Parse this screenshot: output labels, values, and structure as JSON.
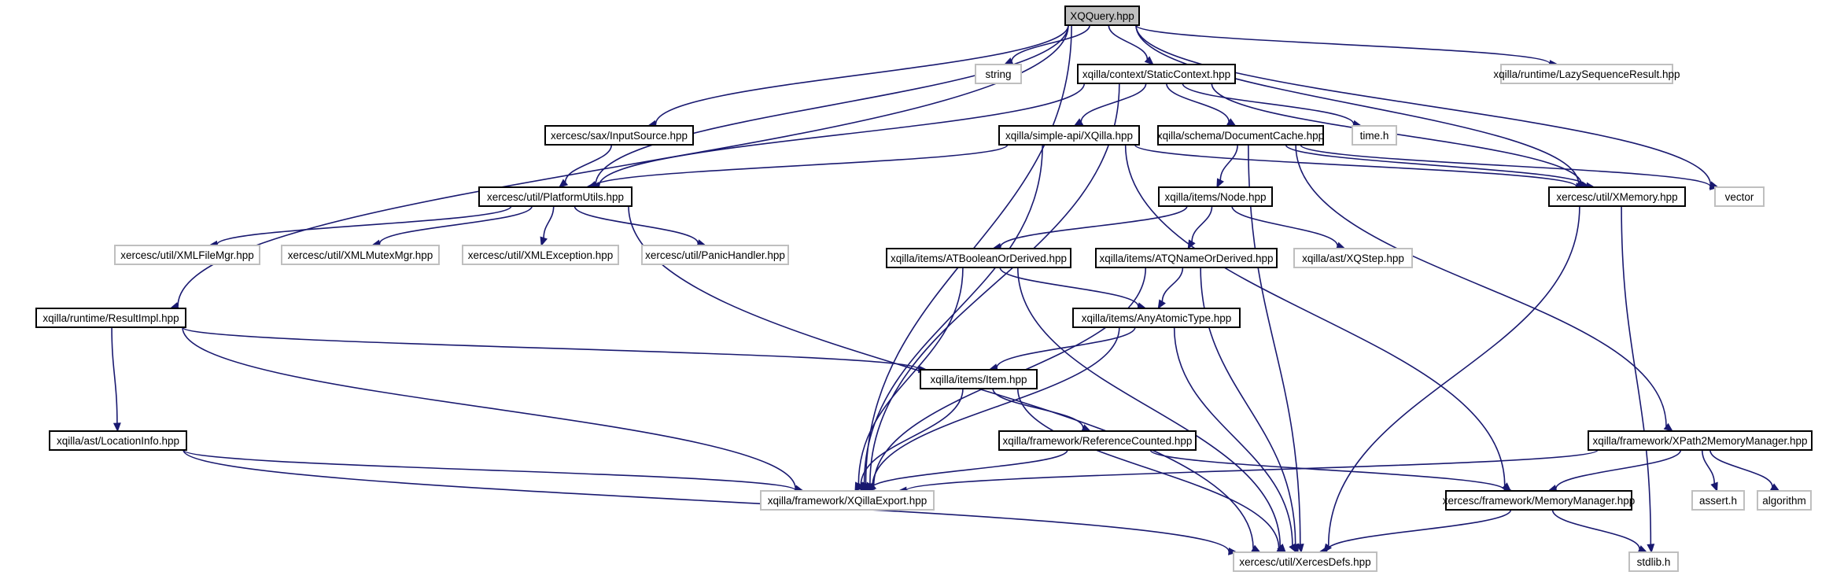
{
  "colors": {
    "edge": "#191970",
    "documented_border": "#000000",
    "external_border": "#bfbfbf",
    "root_fill": "#bfbfbf",
    "background": "#ffffff"
  },
  "nodes": [
    {
      "id": "XQQuery",
      "label": "XQQuery.hpp",
      "kind": "root"
    },
    {
      "id": "string",
      "label": "string",
      "kind": "external"
    },
    {
      "id": "StaticContext",
      "label": "xqilla/context/StaticContext.hpp",
      "kind": "documented"
    },
    {
      "id": "LazySeq",
      "label": "xqilla/runtime/LazySequenceResult.hpp",
      "kind": "external"
    },
    {
      "id": "InputSource",
      "label": "xercesc/sax/InputSource.hpp",
      "kind": "documented"
    },
    {
      "id": "XQilla",
      "label": "xqilla/simple-api/XQilla.hpp",
      "kind": "documented"
    },
    {
      "id": "DocumentCache",
      "label": "xqilla/schema/DocumentCache.hpp",
      "kind": "documented"
    },
    {
      "id": "timeh",
      "label": "time.h",
      "kind": "external"
    },
    {
      "id": "PlatformUtils",
      "label": "xercesc/util/PlatformUtils.hpp",
      "kind": "documented"
    },
    {
      "id": "XMemory",
      "label": "xercesc/util/XMemory.hpp",
      "kind": "documented"
    },
    {
      "id": "vector",
      "label": "vector",
      "kind": "external"
    },
    {
      "id": "NodeHpp",
      "label": "xqilla/items/Node.hpp",
      "kind": "documented"
    },
    {
      "id": "XMLFileMgr",
      "label": "xercesc/util/XMLFileMgr.hpp",
      "kind": "external"
    },
    {
      "id": "XMLMutexMgr",
      "label": "xercesc/util/XMLMutexMgr.hpp",
      "kind": "external"
    },
    {
      "id": "XMLException",
      "label": "xercesc/util/XMLException.hpp",
      "kind": "external"
    },
    {
      "id": "PanicHandler",
      "label": "xercesc/util/PanicHandler.hpp",
      "kind": "external"
    },
    {
      "id": "ATBoolean",
      "label": "xqilla/items/ATBooleanOrDerived.hpp",
      "kind": "documented"
    },
    {
      "id": "ATQName",
      "label": "xqilla/items/ATQNameOrDerived.hpp",
      "kind": "documented"
    },
    {
      "id": "XQStep",
      "label": "xqilla/ast/XQStep.hpp",
      "kind": "external"
    },
    {
      "id": "ResultImpl",
      "label": "xqilla/runtime/ResultImpl.hpp",
      "kind": "documented"
    },
    {
      "id": "AnyAtomic",
      "label": "xqilla/items/AnyAtomicType.hpp",
      "kind": "documented"
    },
    {
      "id": "Item",
      "label": "xqilla/items/Item.hpp",
      "kind": "documented"
    },
    {
      "id": "LocationInfo",
      "label": "xqilla/ast/LocationInfo.hpp",
      "kind": "documented"
    },
    {
      "id": "RefCounted",
      "label": "xqilla/framework/ReferenceCounted.hpp",
      "kind": "documented"
    },
    {
      "id": "XPath2MM",
      "label": "xqilla/framework/XPath2MemoryManager.hpp",
      "kind": "documented"
    },
    {
      "id": "XQillaExport",
      "label": "xqilla/framework/XQillaExport.hpp",
      "kind": "external"
    },
    {
      "id": "MemoryManager",
      "label": "xercesc/framework/MemoryManager.hpp",
      "kind": "documented"
    },
    {
      "id": "asserth",
      "label": "assert.h",
      "kind": "external"
    },
    {
      "id": "algorithm",
      "label": "algorithm",
      "kind": "external"
    },
    {
      "id": "XercesDefs",
      "label": "xercesc/util/XercesDefs.hpp",
      "kind": "external"
    },
    {
      "id": "stdlibh",
      "label": "stdlib.h",
      "kind": "external"
    }
  ],
  "edges": [
    [
      "XQQuery",
      "string"
    ],
    [
      "XQQuery",
      "StaticContext"
    ],
    [
      "XQQuery",
      "LazySeq"
    ],
    [
      "XQQuery",
      "InputSource"
    ],
    [
      "XQQuery",
      "PlatformUtils"
    ],
    [
      "XQQuery",
      "XMemory"
    ],
    [
      "XQQuery",
      "vector"
    ],
    [
      "XQQuery",
      "ResultImpl"
    ],
    [
      "XQQuery",
      "XQillaExport"
    ],
    [
      "StaticContext",
      "XQilla"
    ],
    [
      "StaticContext",
      "DocumentCache"
    ],
    [
      "StaticContext",
      "timeh"
    ],
    [
      "StaticContext",
      "PlatformUtils"
    ],
    [
      "StaticContext",
      "XMemory"
    ],
    [
      "StaticContext",
      "XQillaExport"
    ],
    [
      "InputSource",
      "PlatformUtils"
    ],
    [
      "XQilla",
      "PlatformUtils"
    ],
    [
      "XQilla",
      "XMemory"
    ],
    [
      "XQilla",
      "XQillaExport"
    ],
    [
      "XQilla",
      "MemoryManager"
    ],
    [
      "DocumentCache",
      "NodeHpp"
    ],
    [
      "DocumentCache",
      "XMemory"
    ],
    [
      "DocumentCache",
      "vector"
    ],
    [
      "DocumentCache",
      "XPath2MM"
    ],
    [
      "DocumentCache",
      "XercesDefs"
    ],
    [
      "PlatformUtils",
      "XMLFileMgr"
    ],
    [
      "PlatformUtils",
      "XMLMutexMgr"
    ],
    [
      "PlatformUtils",
      "XMLException"
    ],
    [
      "PlatformUtils",
      "PanicHandler"
    ],
    [
      "PlatformUtils",
      "XercesDefs"
    ],
    [
      "XMemory",
      "XercesDefs"
    ],
    [
      "XMemory",
      "stdlibh"
    ],
    [
      "NodeHpp",
      "ATBoolean"
    ],
    [
      "NodeHpp",
      "ATQName"
    ],
    [
      "NodeHpp",
      "XQStep"
    ],
    [
      "ATBoolean",
      "AnyAtomic"
    ],
    [
      "ATBoolean",
      "XQillaExport"
    ],
    [
      "ATBoolean",
      "XercesDefs"
    ],
    [
      "ATQName",
      "AnyAtomic"
    ],
    [
      "ATQName",
      "XQillaExport"
    ],
    [
      "ATQName",
      "XercesDefs"
    ],
    [
      "ResultImpl",
      "Item"
    ],
    [
      "ResultImpl",
      "LocationInfo"
    ],
    [
      "ResultImpl",
      "XQillaExport"
    ],
    [
      "AnyAtomic",
      "Item"
    ],
    [
      "AnyAtomic",
      "XQillaExport"
    ],
    [
      "AnyAtomic",
      "XercesDefs"
    ],
    [
      "Item",
      "RefCounted"
    ],
    [
      "Item",
      "XQillaExport"
    ],
    [
      "Item",
      "XercesDefs"
    ],
    [
      "LocationInfo",
      "XQillaExport"
    ],
    [
      "LocationInfo",
      "XercesDefs"
    ],
    [
      "RefCounted",
      "XQillaExport"
    ],
    [
      "RefCounted",
      "MemoryManager"
    ],
    [
      "XPath2MM",
      "XQillaExport"
    ],
    [
      "XPath2MM",
      "MemoryManager"
    ],
    [
      "XPath2MM",
      "asserth"
    ],
    [
      "XPath2MM",
      "algorithm"
    ],
    [
      "MemoryManager",
      "XercesDefs"
    ],
    [
      "MemoryManager",
      "stdlibh"
    ]
  ]
}
